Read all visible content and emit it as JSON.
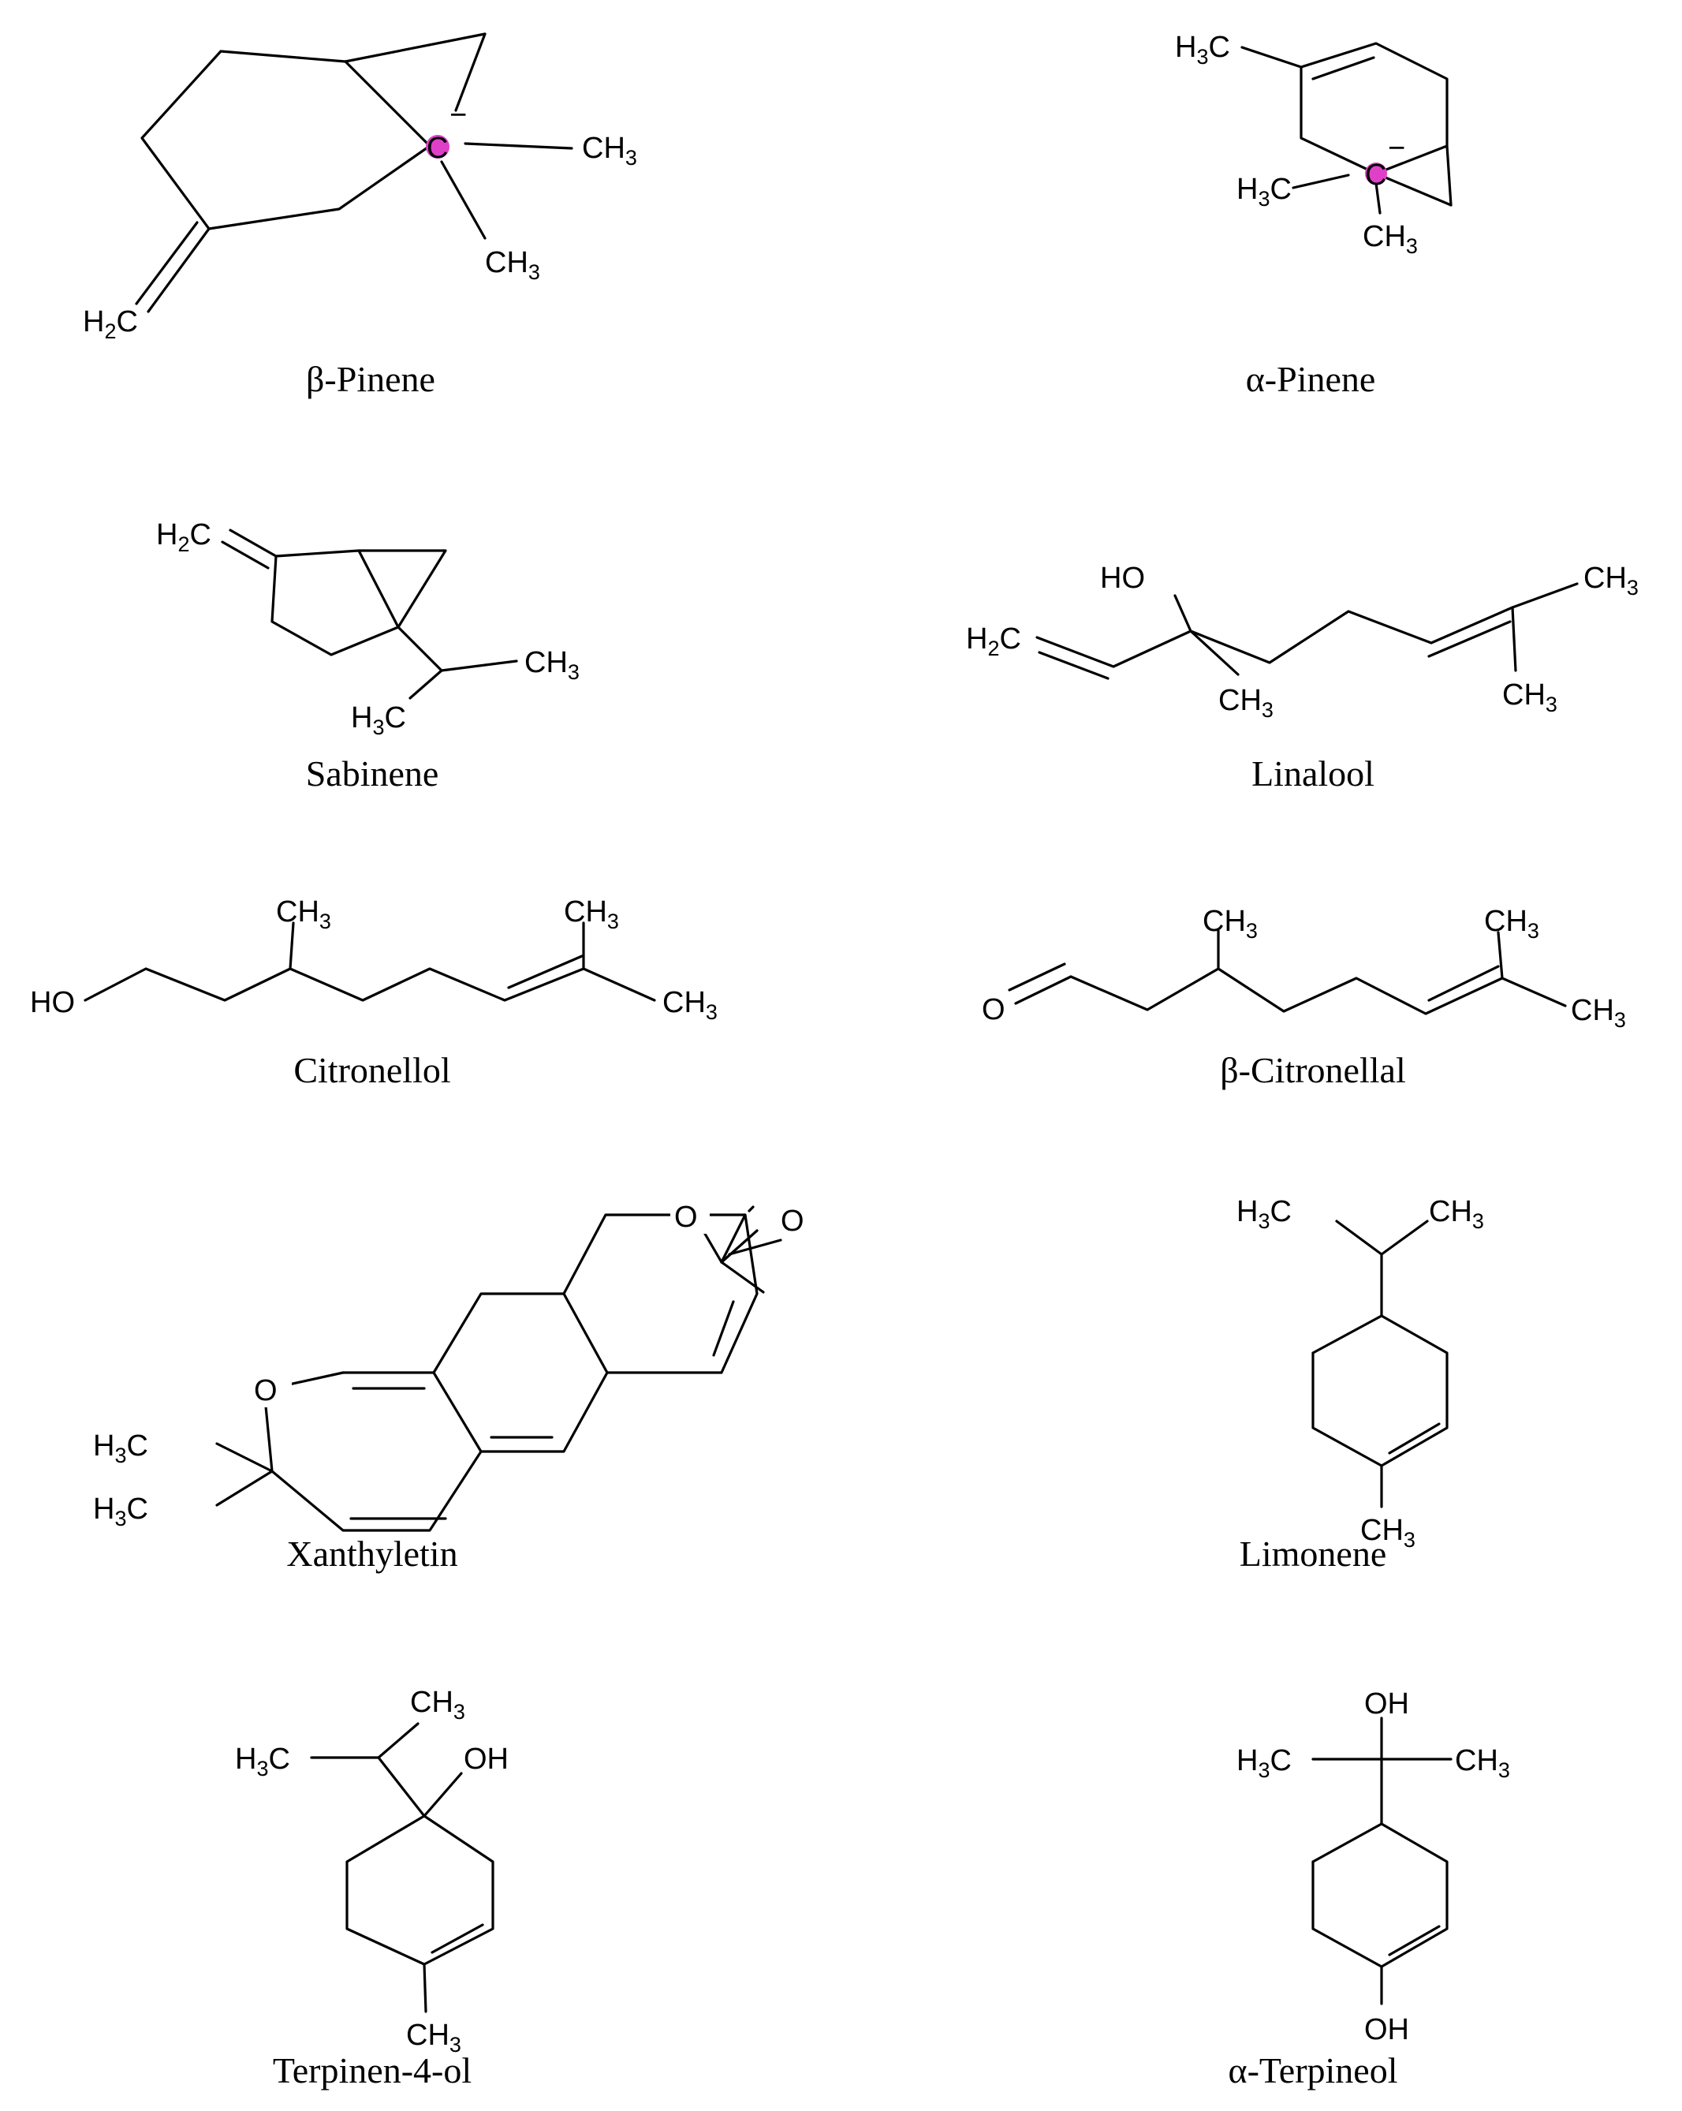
{
  "colors": {
    "ink": "#000000",
    "highlight": "#e040c8",
    "background": "#ffffff"
  },
  "charge": "−",
  "atoms": {
    "H3C": "H3C",
    "CH3": "CH3",
    "H2C": "H2C",
    "HO": "HO",
    "OH": "OH",
    "O": "O",
    "C": "C"
  },
  "compounds": [
    {
      "id": "beta-pinene",
      "name": "β-Pinene"
    },
    {
      "id": "alpha-pinene",
      "name": "α-Pinene"
    },
    {
      "id": "sabinene",
      "name": "Sabinene"
    },
    {
      "id": "linalool",
      "name": "Linalool"
    },
    {
      "id": "citronellol",
      "name": "Citronellol"
    },
    {
      "id": "beta-citronellal",
      "name": "β-Citronellal"
    },
    {
      "id": "xanthyletin",
      "name": "Xanthyletin"
    },
    {
      "id": "limonene",
      "name": "Limonene"
    },
    {
      "id": "terpinen-4-ol",
      "name": "Terpinen-4-ol"
    },
    {
      "id": "alpha-terpineol",
      "name": "α-Terpineol"
    }
  ]
}
